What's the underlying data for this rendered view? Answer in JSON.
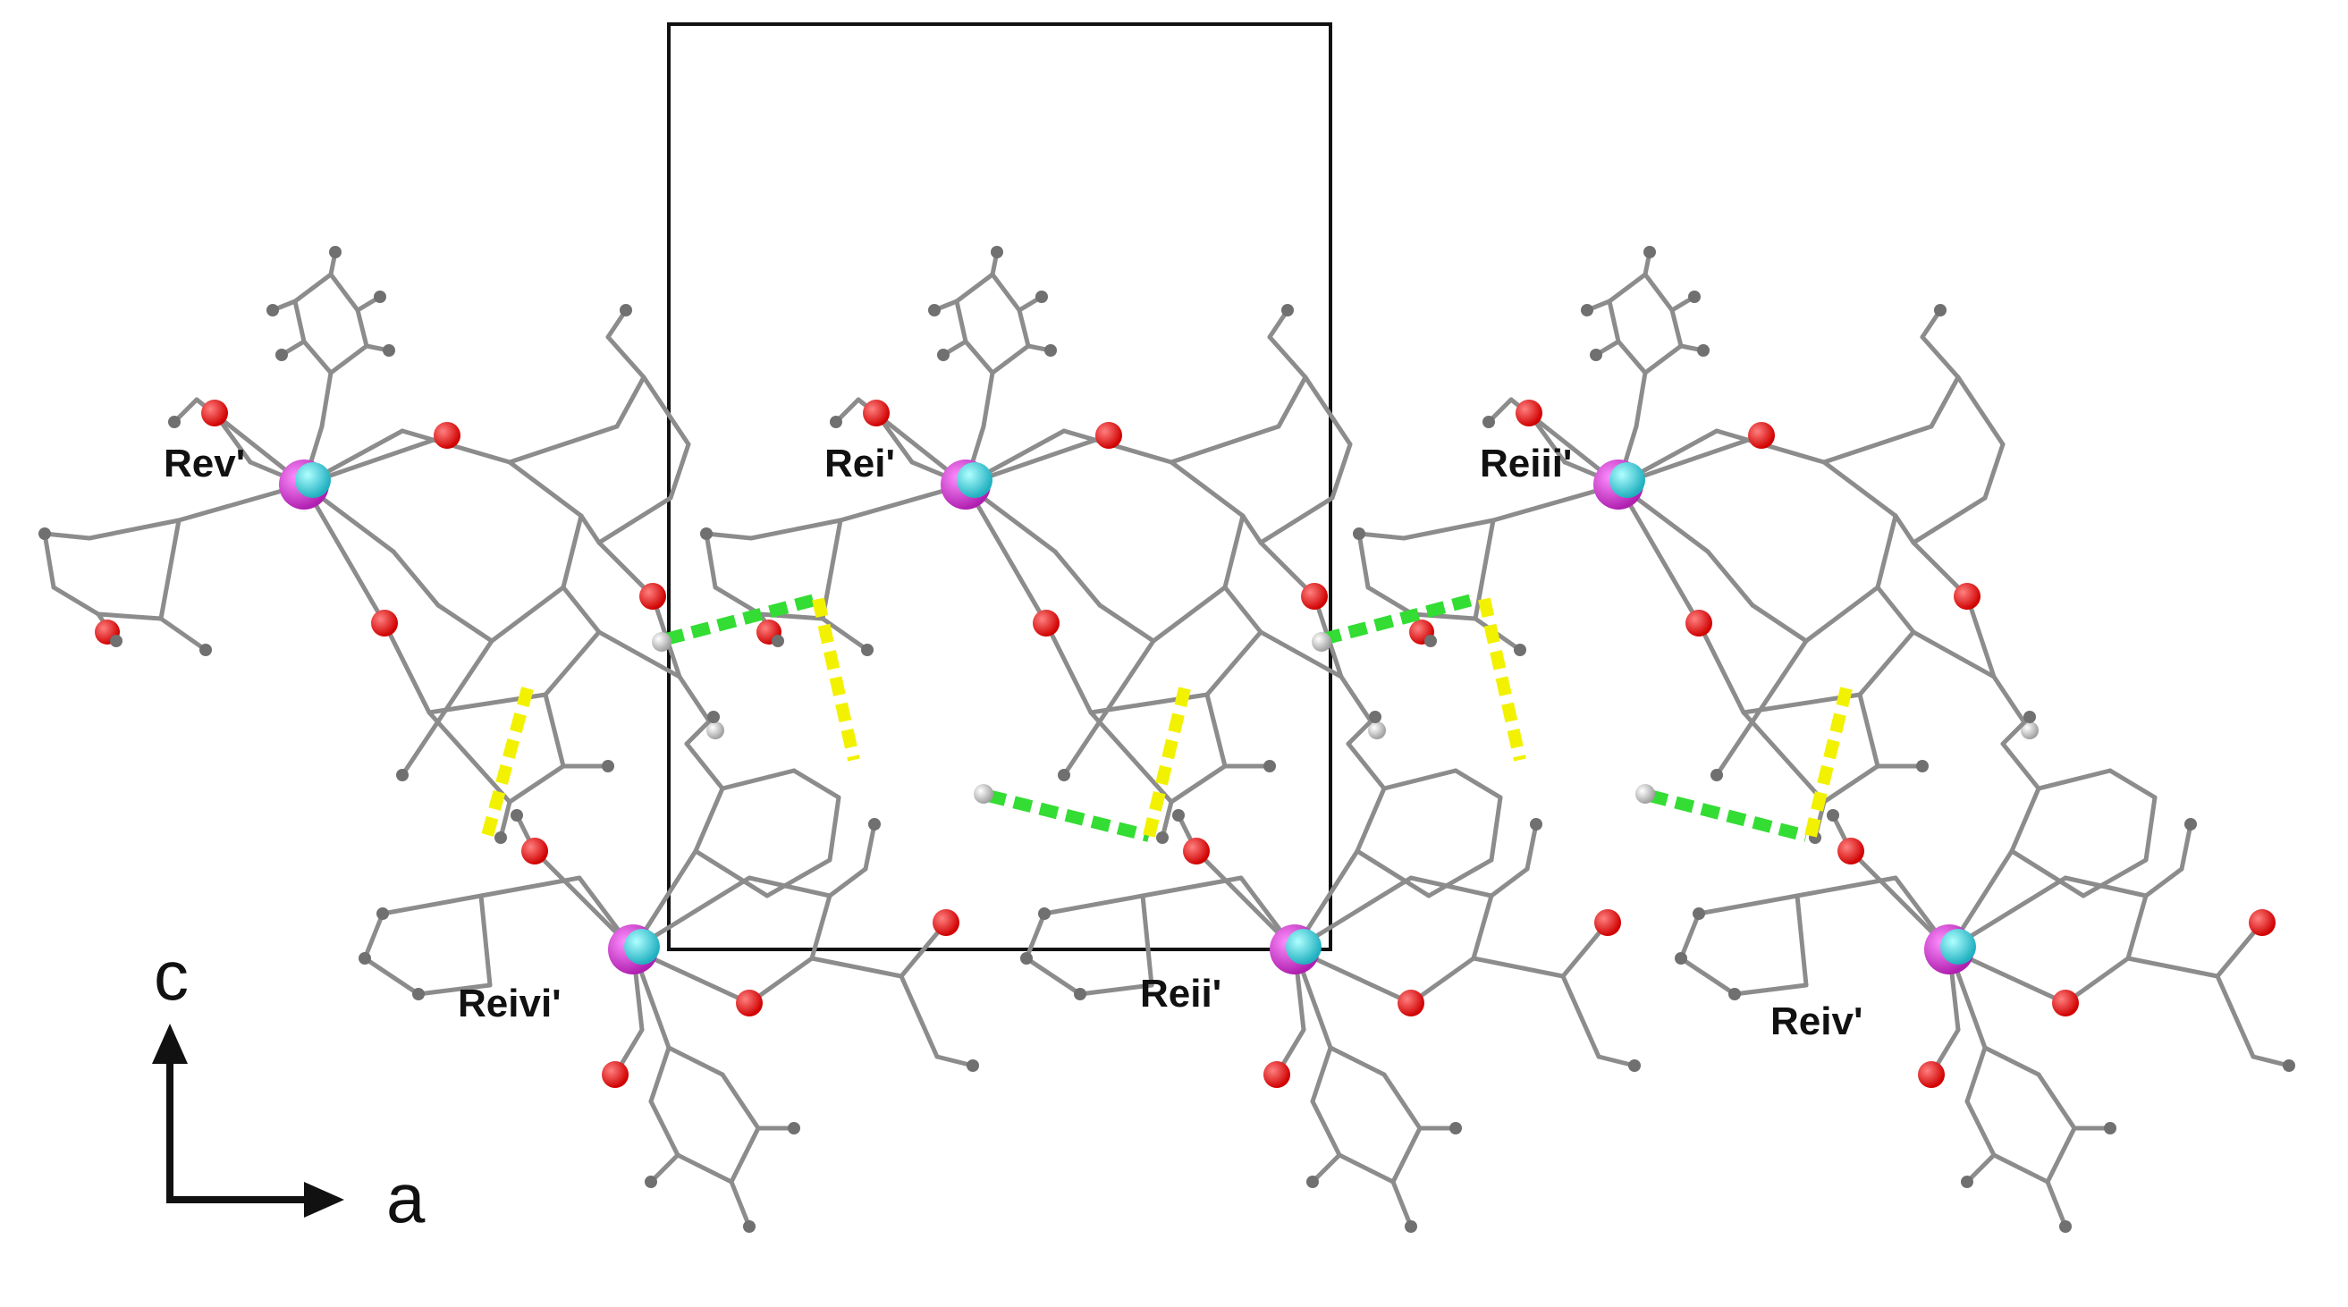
{
  "figure": {
    "atom_labels": {
      "rev": "Rev'",
      "rei": "Rei'",
      "reiii": "Reiii'",
      "reivi": "Reivi'",
      "reii": "Reii'",
      "reiv": "Reiv'"
    },
    "axes": {
      "vertical": "c",
      "horizontal": "a"
    }
  },
  "colors": {
    "bond": "#8c8c8c",
    "carbon": "#6e6e6e",
    "oxygen": "#e60000",
    "rhenium": "#cc33cc",
    "phosphorus": "#33cccc",
    "hydrogen_bond_green": "#33dd33",
    "hydrogen_bond_yellow": "#f2f200",
    "unit_cell": "#111111"
  }
}
